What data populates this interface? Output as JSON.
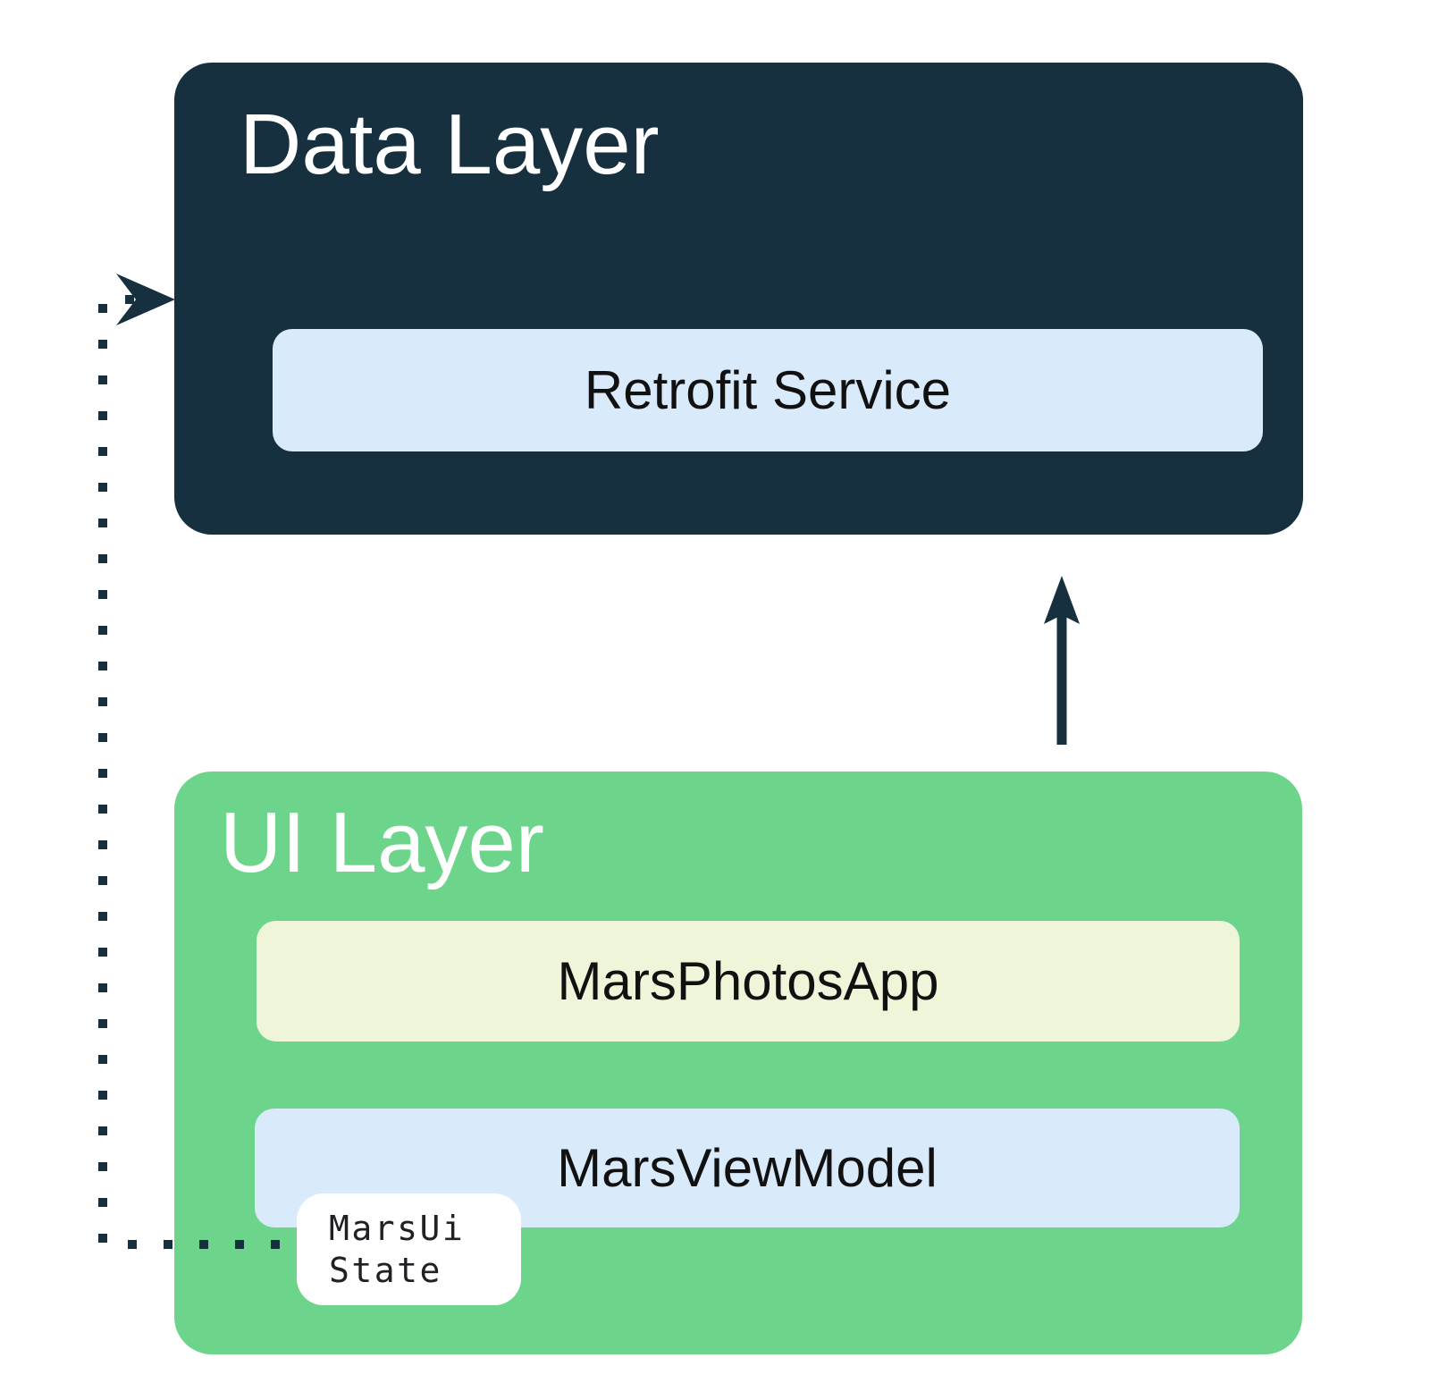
{
  "data_layer": {
    "title": "Data Layer",
    "service_label": "Retrofit Service"
  },
  "ui_layer": {
    "title": "UI Layer",
    "app_label": "MarsPhotosApp",
    "viewmodel_label": "MarsViewModel",
    "ui_state": {
      "line1": "MarsUi",
      "line2": "State"
    }
  },
  "connections": {
    "solid_up_arrow": "ui-layer-to-data-layer",
    "dotted_arrow": "mars-ui-state-to-data-layer"
  },
  "colors": {
    "data_layer_bg": "#17303F",
    "ui_layer_bg": "#6DD58B",
    "service_bg": "#D9EAFB",
    "app_bg": "#EEF5D8",
    "viewmodel_bg": "#D9EAFB",
    "state_bg": "#FFFFFF",
    "arrow": "#17303F",
    "title_text": "#FFFFFF",
    "node_text": "#111111"
  }
}
